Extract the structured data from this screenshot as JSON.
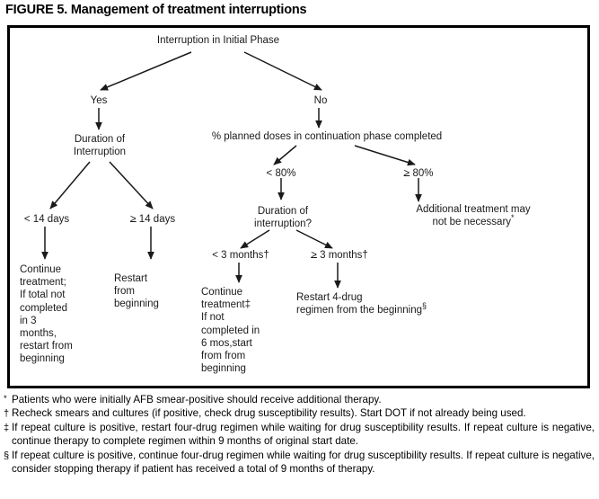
{
  "figure": {
    "title": "FIGURE 5. Management of treatment interruptions"
  },
  "flowchart": {
    "root": "Interruption in Initial Phase",
    "branch_yes": "Yes",
    "branch_no": "No",
    "duration_interruption": "Duration of\nInterruption",
    "lt_14_days": "< 14 days",
    "gte_14_days_symbol": ">",
    "gte_14_days_text": " 14 days",
    "continue_treatment_total": "Continue\ntreatment;\nIf total not\ncompleted\nin 3\nmonths,\nrestart from\nbeginning",
    "restart_from_beginning": "Restart\nfrom\nbeginning",
    "percent_planned_doses": "% planned doses in continuation phase completed",
    "lt_80_percent": "< 80%",
    "gte_80_percent_symbol": ">",
    "gte_80_percent_text": " 80%",
    "additional_treatment_text": "Additional treatment may not be necessary",
    "additional_treatment_marker": "*",
    "duration_interruption_q": "Duration of\ninterruption?",
    "lt_3_months": "< 3 months",
    "lt_3_months_marker": "†",
    "gte_3_months_symbol": ">",
    "gte_3_months_text": " 3 months",
    "gte_3_months_marker": "†",
    "continue_treatment_label": "Continue\ntreatment",
    "continue_treatment_marker": "‡",
    "continue_treatment_rest": "If not\ncompleted in\n6 mos,start\nfrom from\nbeginning",
    "restart_4drug_text": "Restart 4-drug\nregimen from the beginning",
    "restart_4drug_marker": "§"
  },
  "footnotes": [
    {
      "marker": "*",
      "text": "Patients who were initially AFB smear-positive should receive additional therapy."
    },
    {
      "marker": "†",
      "text": "Recheck smears and cultures (if positive, check drug susceptibility results). Start DOT if not already being used."
    },
    {
      "marker": "‡",
      "text": "If repeat culture is positive, restart four-drug regimen while waiting for drug susceptibility results. If repeat culture is negative, continue therapy to complete regimen within 9 months of original start date."
    },
    {
      "marker": "§",
      "text": "If repeat culture is positive, continue four-drug regimen while waiting for drug susceptibility results. If repeat culture is negative, consider stopping therapy if patient has received a total of 9 months of therapy."
    }
  ],
  "colors": {
    "ink": "#000000",
    "text": "#1a1a1a",
    "background": "#ffffff"
  }
}
